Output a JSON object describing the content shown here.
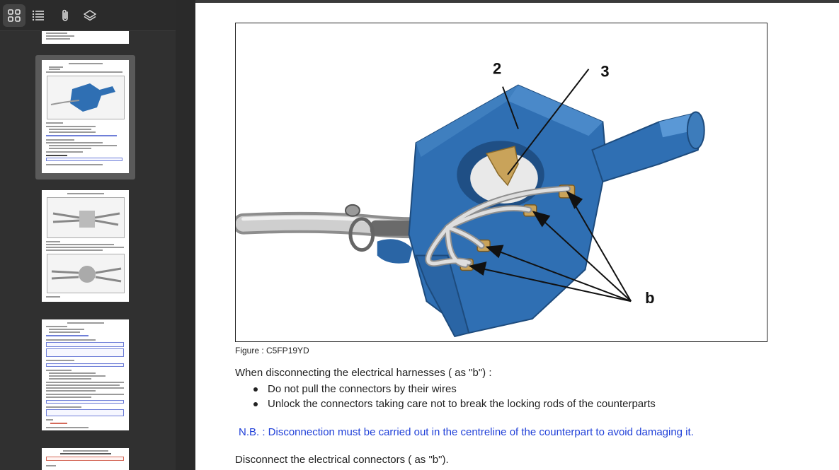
{
  "sidebar": {
    "tools": [
      {
        "name": "thumbnails-view",
        "icon": "grid-icon",
        "active": true
      },
      {
        "name": "outline-view",
        "icon": "list-icon",
        "active": false
      },
      {
        "name": "attachments-view",
        "icon": "paperclip-icon",
        "active": false
      },
      {
        "name": "layers-view",
        "icon": "layers-icon",
        "active": false
      }
    ]
  },
  "figure": {
    "callouts": [
      "2",
      "3",
      "b"
    ],
    "caption": "Figure : C5FP19YD"
  },
  "content": {
    "intro": "When disconnecting the electrical harnesses ( as \"b\") :",
    "bullets": [
      "Do not pull the connectors by their wires",
      "Unlock the connectors taking care not to break the locking rods of the counterparts"
    ],
    "note": "N.B. : Disconnection must be carried out in the centreline of the counterpart to avoid damaging it.",
    "step": "Disconnect the electrical connectors ( as \"b\")."
  },
  "colors": {
    "part_blue": "#2f6fb3",
    "note_blue": "#1f3fd8",
    "sidebar_bg": "#303030"
  }
}
